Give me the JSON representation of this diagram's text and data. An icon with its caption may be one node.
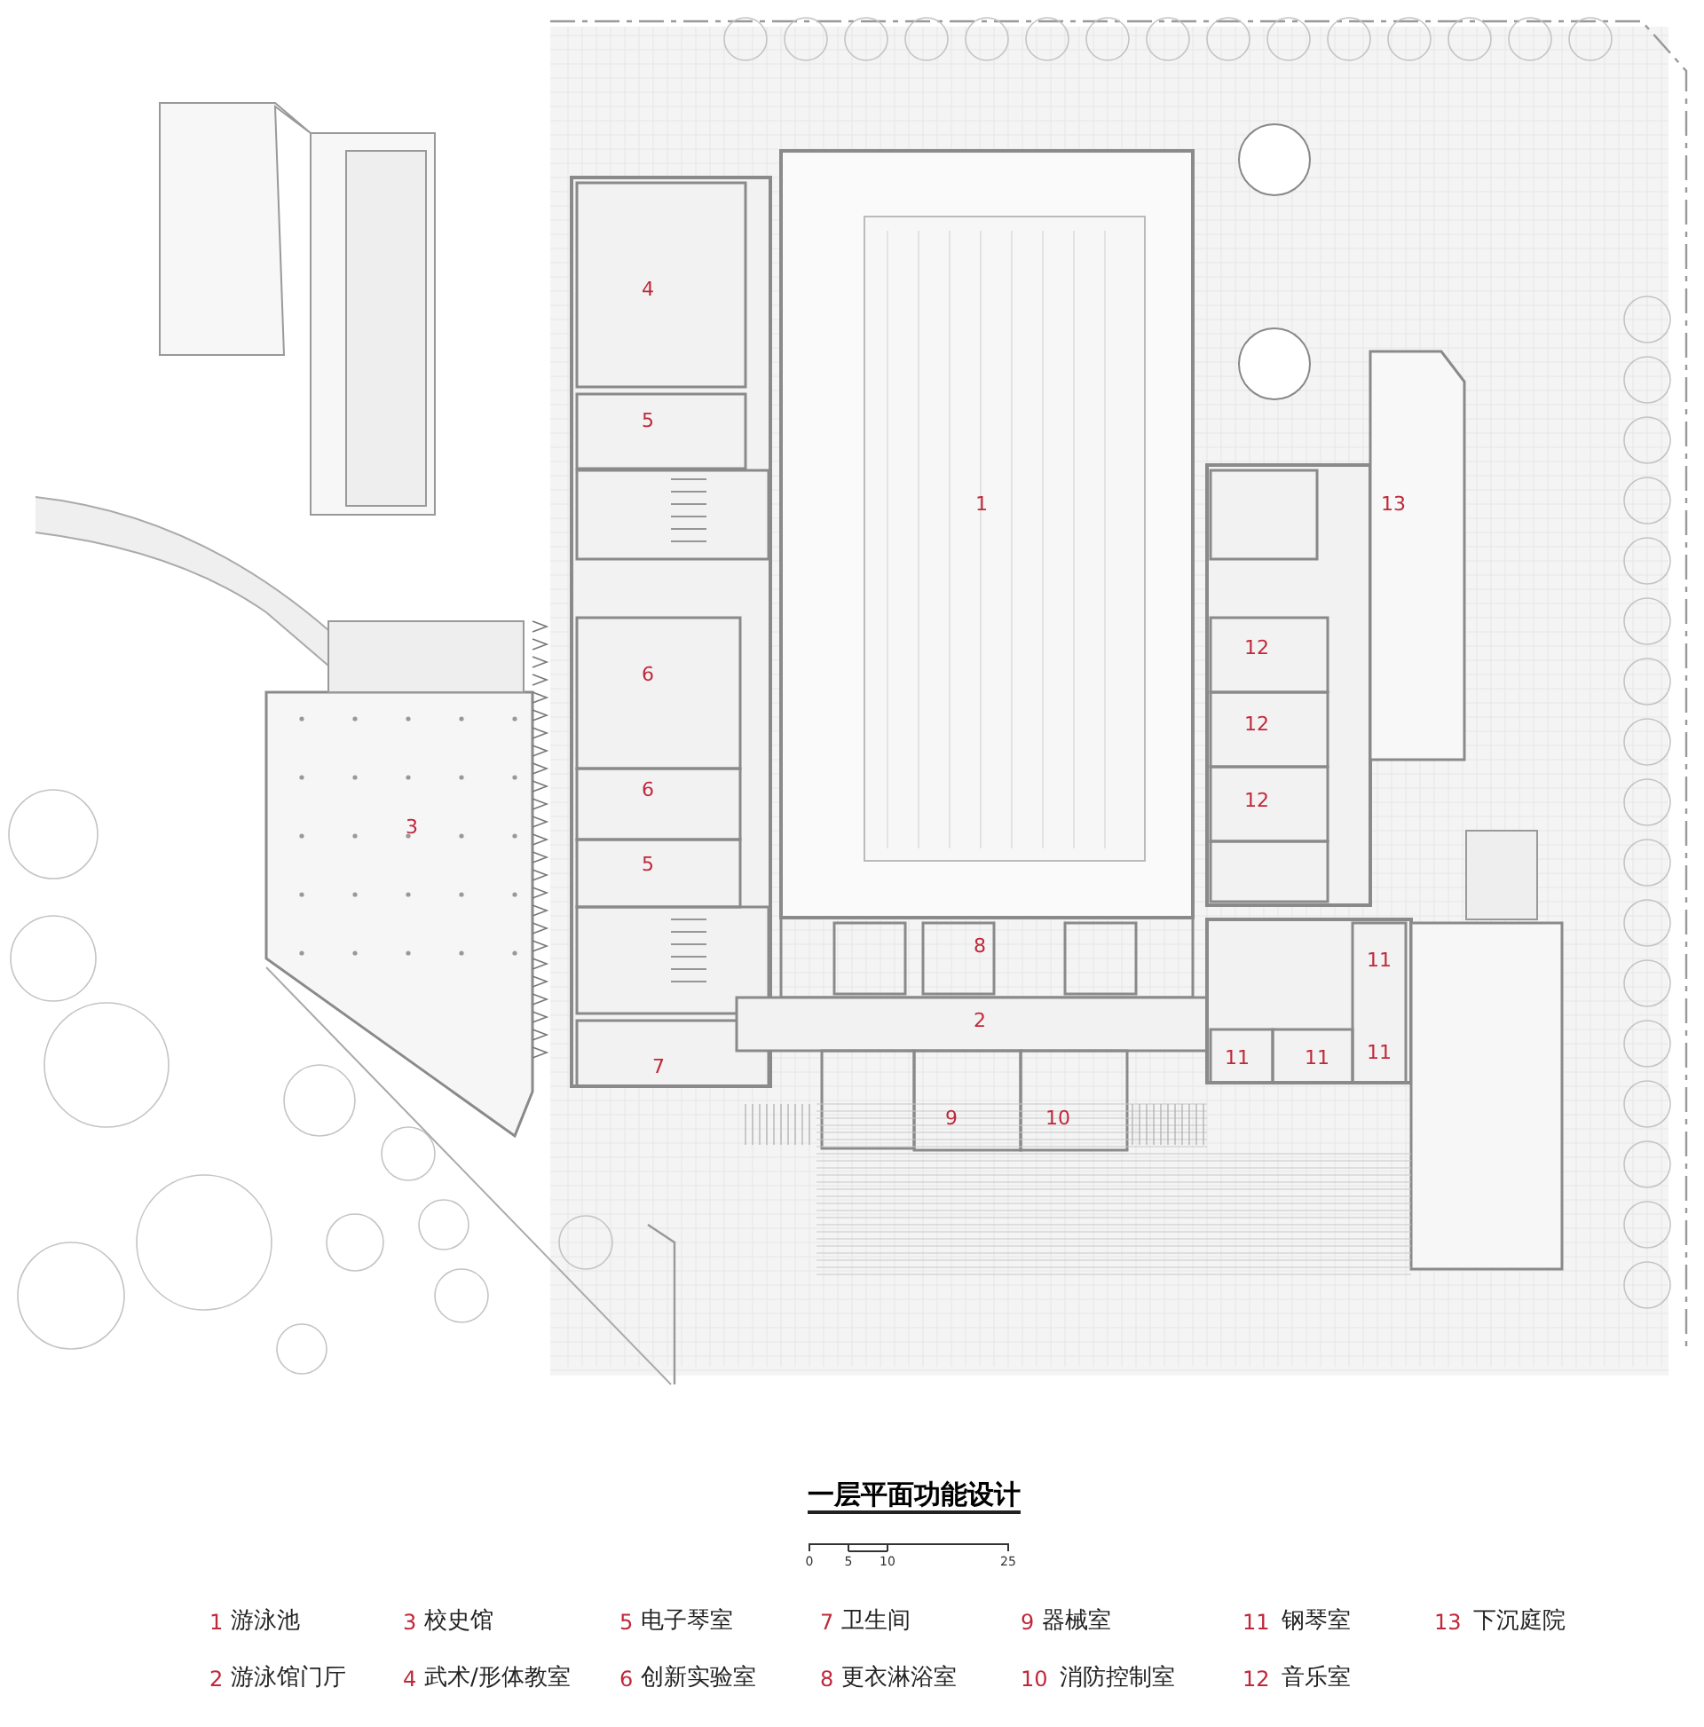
{
  "diagram": {
    "title": "一层平面功能设计",
    "labels": [
      "4",
      "5",
      "1",
      "13",
      "6",
      "12",
      "12",
      "6",
      "12",
      "3",
      "5",
      "8",
      "11",
      "2",
      "11",
      "11",
      "11",
      "7",
      "9",
      "10",
      "0",
      "5",
      "10",
      "25",
      "1",
      "游泳池",
      "3",
      "校史馆",
      "5",
      "电子琴室",
      "7",
      "卫生间",
      "9",
      "器械室",
      "11",
      "钢琴室",
      "13",
      "下沉庭院",
      "2",
      "游泳馆门厅",
      "4",
      "武术/形体教室",
      "6",
      "创新实验室",
      "8",
      "更衣淋浴室",
      "10",
      "消防控制室",
      "12",
      "音乐室"
    ]
  }
}
